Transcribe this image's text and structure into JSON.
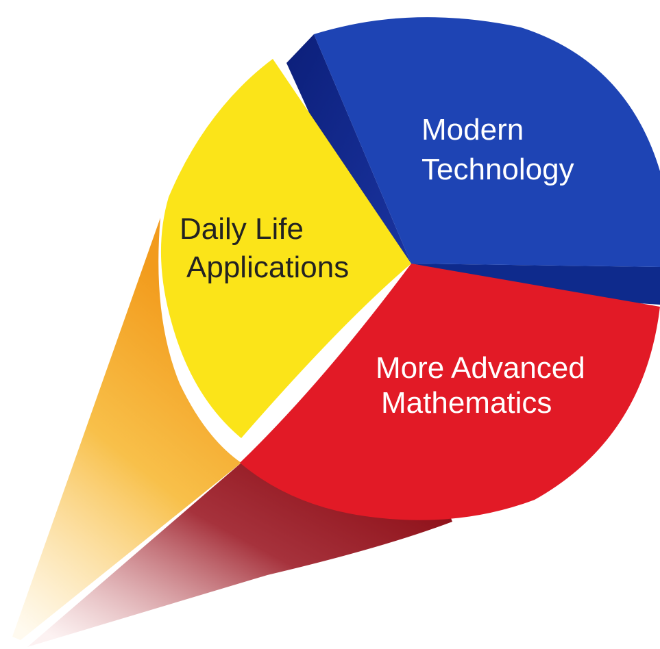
{
  "segments": [
    {
      "id": "modern-technology",
      "lines": [
        "Modern",
        "Technology"
      ],
      "color": "#1e44b4",
      "dark_color": "#0f2587",
      "text_color": "#ffffff"
    },
    {
      "id": "daily-life-applications",
      "lines": [
        "Daily Life",
        "Applications"
      ],
      "color": "#fbe419",
      "dark_color": "#f2a321",
      "text_color": "#222222"
    },
    {
      "id": "more-advanced-mathematics",
      "lines": [
        "More Advanced",
        "Mathematics"
      ],
      "color": "#e21a26",
      "dark_color": "#9a0f1c",
      "text_color": "#ffffff"
    }
  ]
}
